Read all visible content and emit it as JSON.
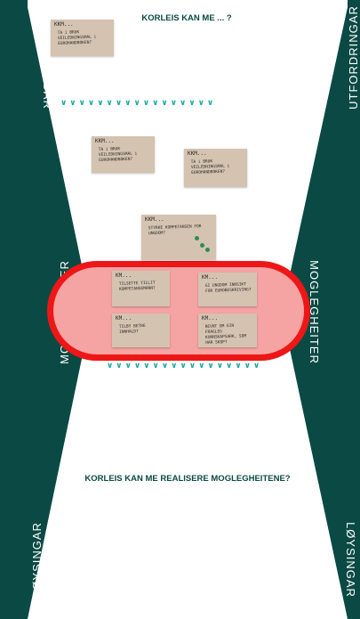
{
  "labels": {
    "top_left": "UTFORDRINGAR",
    "top_right": "UTFORDRINGAR",
    "mid_left": "MOGLEGHEITER",
    "mid_right": "MOGLEGHEITER",
    "bottom_left": "LØYSINGAR",
    "bottom_right": "LØYSINGAR"
  },
  "headings": {
    "top": "KORLEIS KAN ME ... ?",
    "bottom": "KORLEIS KAN ME REALISERE MOGLEGHEITENE?"
  },
  "chevrons": {
    "upper": "∨∨∨∨∨∨∨∨∨∨∨∨∨∨∨∨∨",
    "lower": "∨∨∨∨∨∨∨∨∨∨∨∨∨∨∨∨∨"
  },
  "notes": [
    {
      "km": "KKM...",
      "text": "TA i BRUK VEILEDNINGSMAL i EUROHANDBOKEN?"
    },
    {
      "km": "KKM...",
      "text": "TA i BRUK VEILEDNINGSMAL i EUROHANDBOKEN?"
    },
    {
      "km": "KKM...",
      "text": "TA i BRUK VEILEDNINGSMAL i EUROHANDBOKEN?"
    },
    {
      "km": "KKM...",
      "text": "STYRKE KOMPETANSEN FOR UNGDOM?"
    },
    {
      "km": "KM...",
      "text": "TILSETTE TILLIT KOMPETANSEMANN?"
    },
    {
      "km": "KM...",
      "text": "GI UNGDOM INNSIKT FOR EUROBESKRIVING?"
    },
    {
      "km": "KM...",
      "text": "TILBY BETRE INNHALD?"
    },
    {
      "km": "KM...",
      "text": "REVNT OM EIN FRAGLEG KUNNSKAPSARK, SOM HAR SKOP?"
    }
  ],
  "colors": {
    "teal": "#0b4a44",
    "chevron": "#1aa8a0",
    "pill_fill": "#f6a3a3",
    "pill_border": "#ee1616",
    "note": "#d4c3b0"
  }
}
